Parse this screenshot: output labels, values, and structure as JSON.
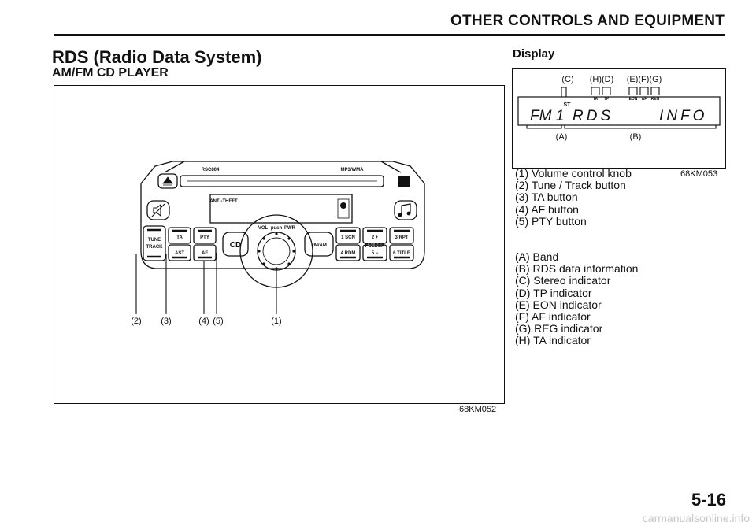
{
  "header": {
    "title": "OTHER CONTROLS AND EQUIPMENT"
  },
  "section": {
    "title": "RDS (Radio Data System)",
    "subtitle": "AM/FM CD PLAYER"
  },
  "figure_left": {
    "code": "68KM052",
    "callouts": [
      "(2)",
      "(3)",
      "(4)",
      "(5)",
      "(1)"
    ],
    "panel_labels": {
      "model": "RSC804",
      "format": "MP3/WMA",
      "antitheft": "ANTI-THEFT",
      "vol": "VOL",
      "push": "push",
      "pwr": "PWR",
      "tune": "TUNE",
      "track": "TRACK",
      "ta": "TA",
      "ast": "AST",
      "pty": "PTY",
      "af": "AF",
      "cd": "CD",
      "fmam": "FM/AM",
      "p1": "1 SCN",
      "p2": "2 +",
      "folder": "FOLDER",
      "p3": "3 RPT",
      "p4": "4 RDM",
      "p5": "5 −",
      "p6": "6 TITLE"
    }
  },
  "display": {
    "title": "Display",
    "code": "68KM053",
    "top_labels": {
      "c": "(C)",
      "hd": "(H)(D)",
      "efg": "(E)(F)(G)"
    },
    "bottom_labels": {
      "a": "(A)",
      "b": "(B)"
    },
    "indicators": {
      "ta": "TA",
      "tp": "TP",
      "eon": "EON",
      "af": "AF",
      "reg": "REG",
      "st": "ST"
    },
    "lcd": {
      "band": "FM 1",
      "rds": "RDS",
      "info": "INFO"
    }
  },
  "buttons_list": [
    "(1) Volume control knob",
    "(2) Tune / Track button",
    "(3) TA button",
    "(4) AF button",
    "(5) PTY button"
  ],
  "indicators_list": [
    "(A) Band",
    "(B) RDS data information",
    "(C) Stereo indicator",
    "(D) TP indicator",
    "(E) EON indicator",
    "(F) AF indicator",
    "(G) REG indicator",
    "(H) TA indicator"
  ],
  "page_number": "5-16",
  "watermark": "carmanualsonline.info"
}
